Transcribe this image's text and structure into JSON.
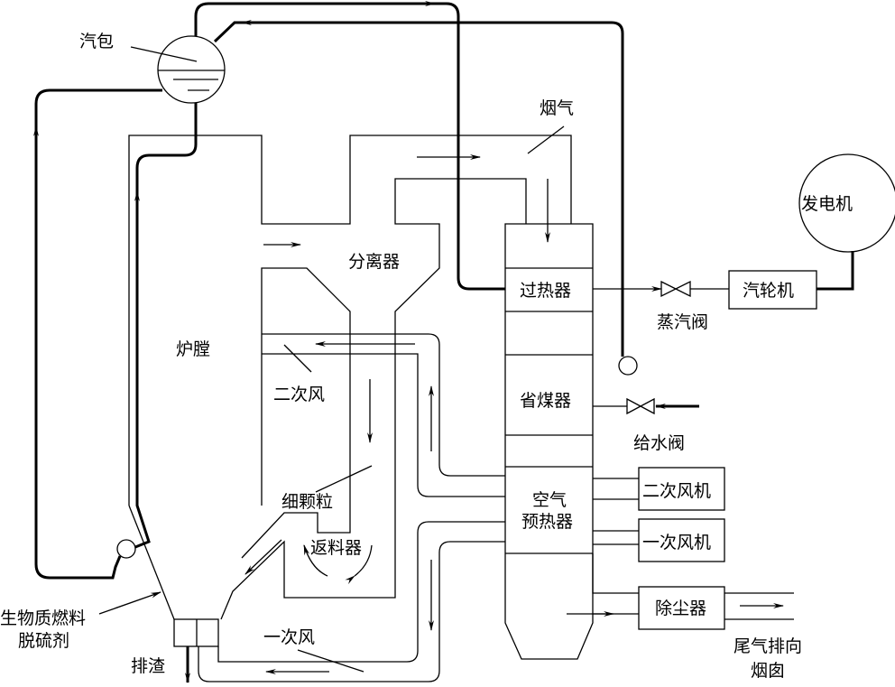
{
  "labels": {
    "drum": "汽包",
    "flue_gas": "烟气",
    "generator": "发电机",
    "separator": "分离器",
    "superheater": "过热器",
    "turbine": "汽轮机",
    "steam_valve": "蒸汽阀",
    "furnace": "炉膛",
    "secondary_air": "二次风",
    "economizer": "省煤器",
    "feedwater_valve": "给水阀",
    "fine_particles": "细颗粒",
    "air_preheater_1": "空气",
    "air_preheater_2": "预热器",
    "secondary_fan": "二次风机",
    "return_feeder": "返料器",
    "primary_fan": "一次风机",
    "fuel_1": "生物质燃料",
    "fuel_2": "脱硫剂",
    "dust_collector": "除尘器",
    "exhaust_1": "尾气排向",
    "exhaust_2": "烟囱",
    "slag": "排渣",
    "primary_air": "一次风"
  },
  "colors": {
    "line": "#000000",
    "background": "#ffffff"
  }
}
